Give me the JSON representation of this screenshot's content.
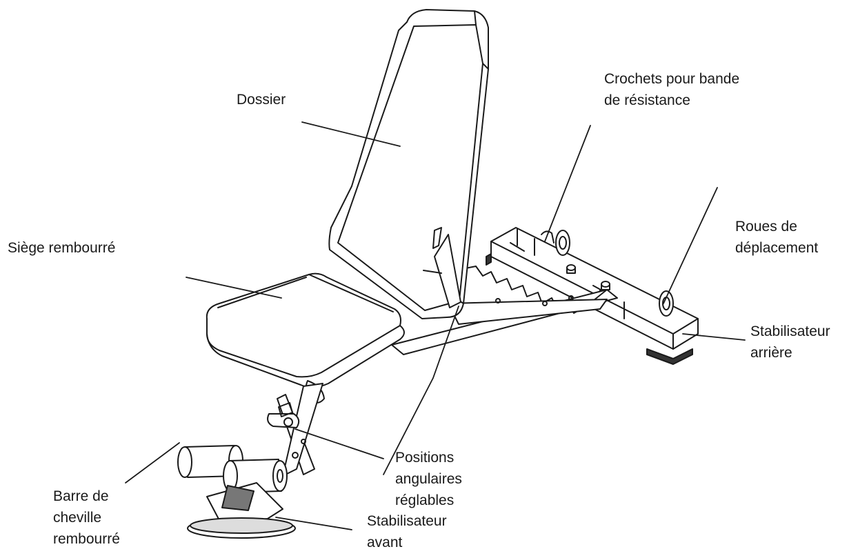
{
  "labels": {
    "dossier": [
      "Dossier"
    ],
    "crochets": [
      "Crochets pour bande",
      "de résistance"
    ],
    "roues": [
      "Roues de",
      "déplacement"
    ],
    "siege": [
      "Siège rembourré"
    ],
    "stab_arriere": [
      "Stabilisateur",
      "arrière"
    ],
    "positions": [
      "Positions",
      "angulaires",
      "réglables"
    ],
    "barre": [
      "Barre de",
      "cheville",
      "rembourré"
    ],
    "stab_avant": [
      "Stabilisateur",
      "avant"
    ]
  },
  "colors": {
    "ink": "#1a1a1a",
    "background": "#ffffff"
  }
}
